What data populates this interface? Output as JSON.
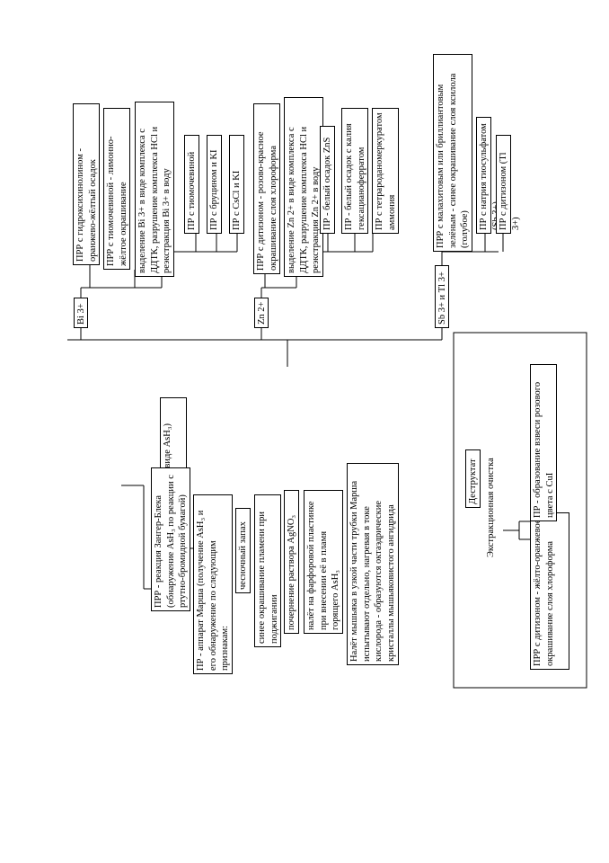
{
  "root": {
    "label": "As (в виде AsH₃)"
  },
  "branches": {
    "bi": {
      "label": "Bi 3+",
      "items": [
        "ПРР с гидроксихинолином - оранжево-жёлтый осадок",
        "ПРР с тиомочевиной - лимонно-жёлтое окрашивание",
        "выделение Bi 3+ в виде комплекса с ДДТК, разрушение комплекса HCl и реэкстракция Bi 3+ в воду"
      ],
      "sub_items": [
        "ПР с тиомочевиной",
        "ПР с бруцином и KI",
        "ПР с CsCl и KI"
      ]
    },
    "zn": {
      "label": "Zn 2+",
      "items": [
        "ПРР с дитизоном - розово-красное окрашивание слоя хлороформа",
        "выделение Zn 2+ в виде комплекса с ДДТК, разрушение комплекса HCl и реэкстракция Zn 2+ в воду"
      ],
      "sub_items": [
        "ПР - белый осадок ZnS",
        "ПР - белый осадок с калия гексацианоферратом",
        "ПР с тетрароданомеркуратом аммония"
      ]
    },
    "sb": {
      "label": "Sb 3+ и Tl 3+",
      "items": [
        "ПРР с малахитовым или бриллиантовым зелёным - синее окрашивание слоя ксилола (голубое)"
      ],
      "sub_items": [
        "ПР с натрия тиосульфатом (Sb 3+)",
        "ПР с дитизоном (Tl 3+)"
      ]
    }
  },
  "as_reactions": {
    "gutzeit": "ПРР - реакция Зангер-Блека (обнаружение AsH₃ по реакции с ртутно-бромидной бумагой)",
    "marsh": "ПР - аппарат Марша (получение AsH₃ и его обнаружение по следующим признакам:",
    "signs": [
      "чесночный запах",
      "синее окрашивание пламени при поджигании",
      "почернение раствора AgNO₃",
      "налёт на фарфоровой пластинке при внесении её в пламя горящего AsH₃"
    ],
    "note": "Налёт мышьяка в узкой части трубки Марша испытывают отдельно, нагревая в токе кислорода - образуются октаэдрические кристаллы мышьяковистого ангидрида"
  },
  "destructate": {
    "label": "Деструктат",
    "extraction": "Экстракционная очистка",
    "dithizone": "ПРР с дитизоном - жёлто-оранжевое окрашивание слоя хлороформа",
    "cui": "ПР - образование взвеси розового цвета с CuI"
  }
}
